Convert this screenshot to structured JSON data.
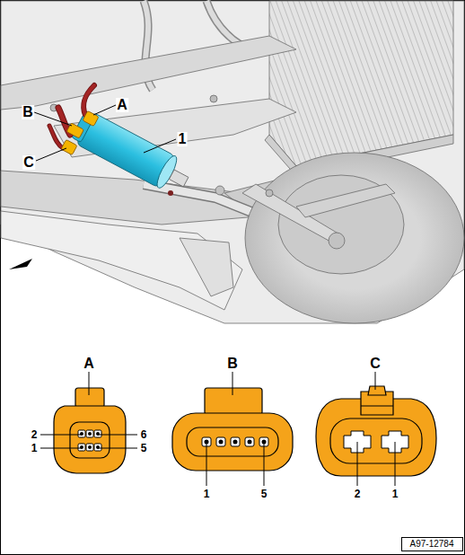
{
  "diagram": {
    "labels": [
      "B",
      "A",
      "C",
      "1",
      "A",
      "2",
      "1",
      "6",
      "5",
      "B",
      "1",
      "5",
      "C",
      "2",
      "1",
      "A97-12784"
    ]
  }
}
